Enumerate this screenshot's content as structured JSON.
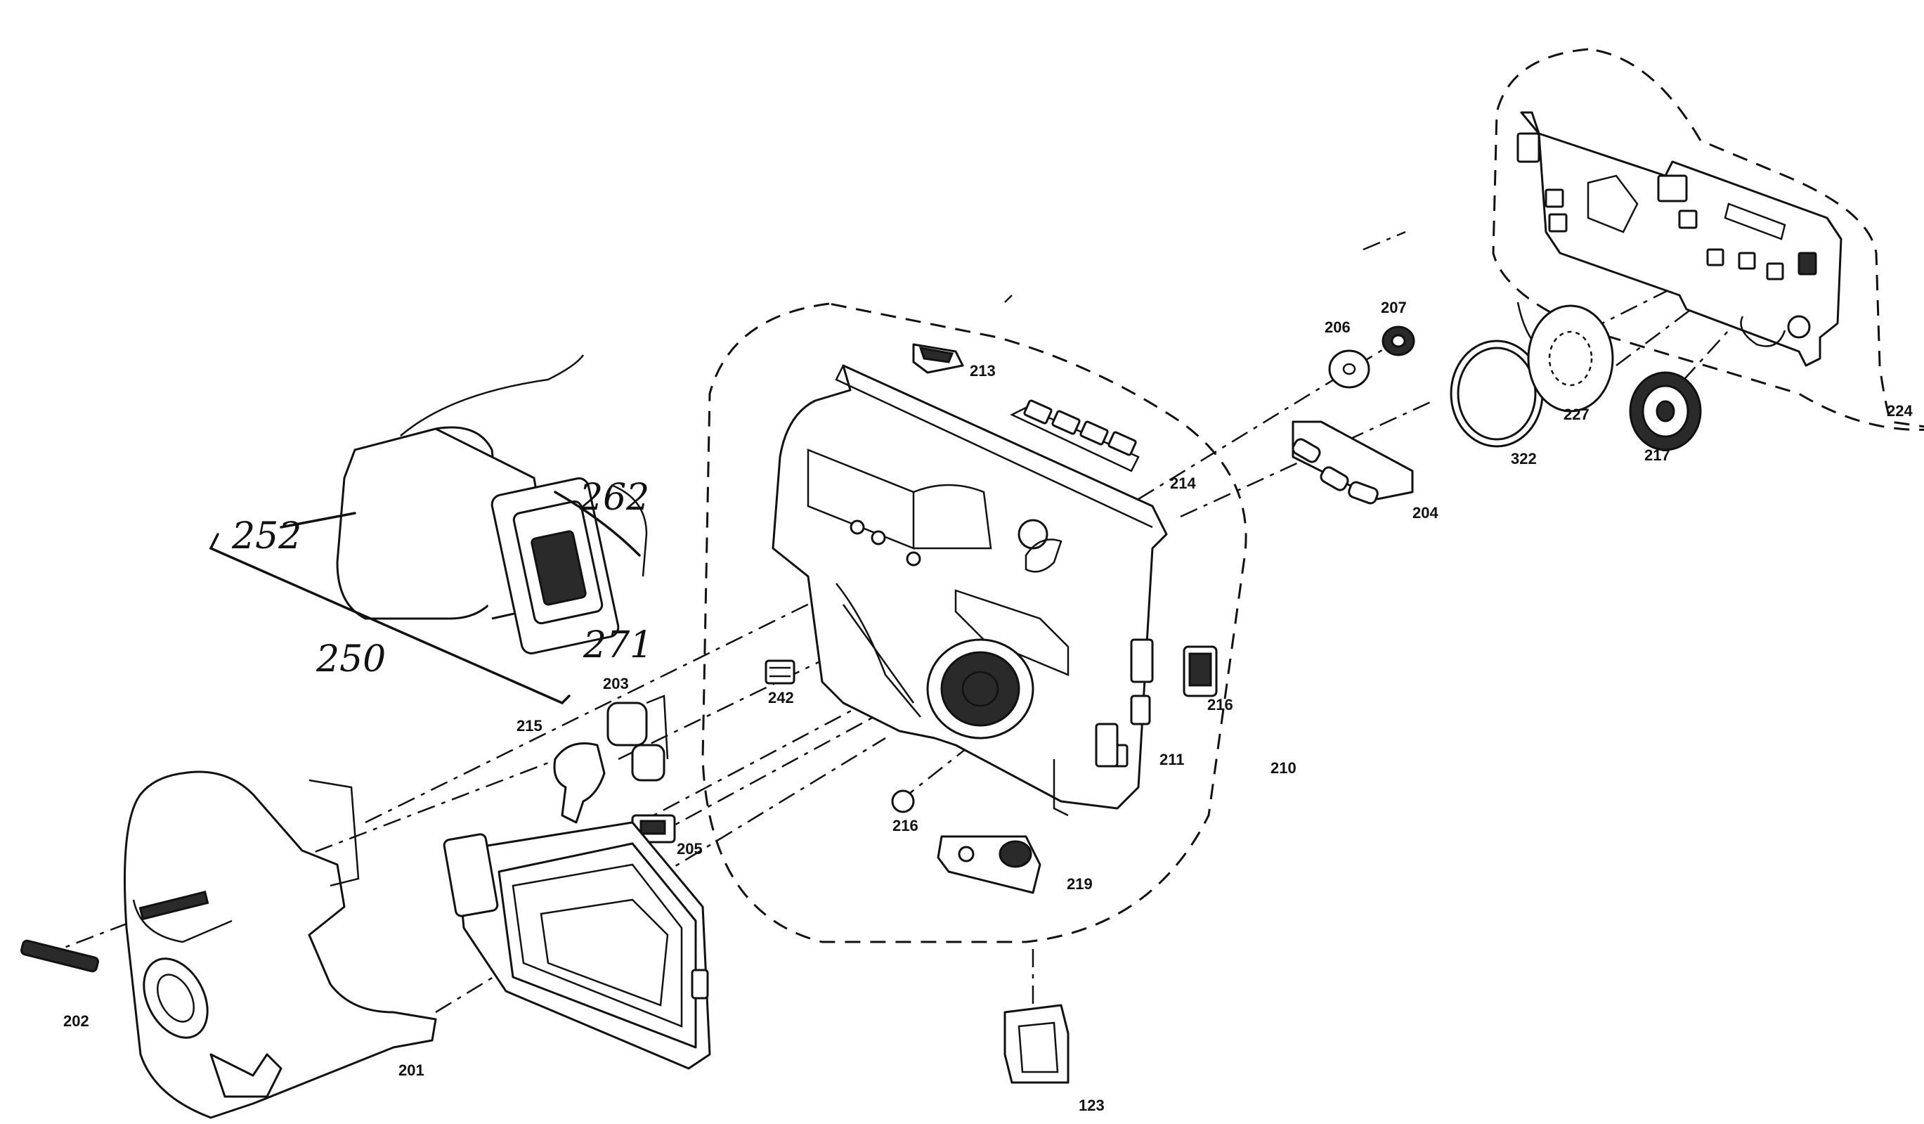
{
  "labels": {
    "p123": "123",
    "p201": "201",
    "p202": "202",
    "p203": "203",
    "p204": "204",
    "p205": "205",
    "p206": "206",
    "p207": "207",
    "p210": "210",
    "p211": "211",
    "p213": "213",
    "p214": "214",
    "p215": "215",
    "p216a": "216",
    "p216b": "216",
    "p217": "217",
    "p219": "219",
    "p224": "224",
    "p227": "227",
    "p242": "242",
    "p322": "322",
    "p250": "250",
    "p252": "252",
    "p262": "262",
    "p271": "271"
  },
  "colors": {
    "line": "#111111",
    "background": "#ffffff"
  }
}
